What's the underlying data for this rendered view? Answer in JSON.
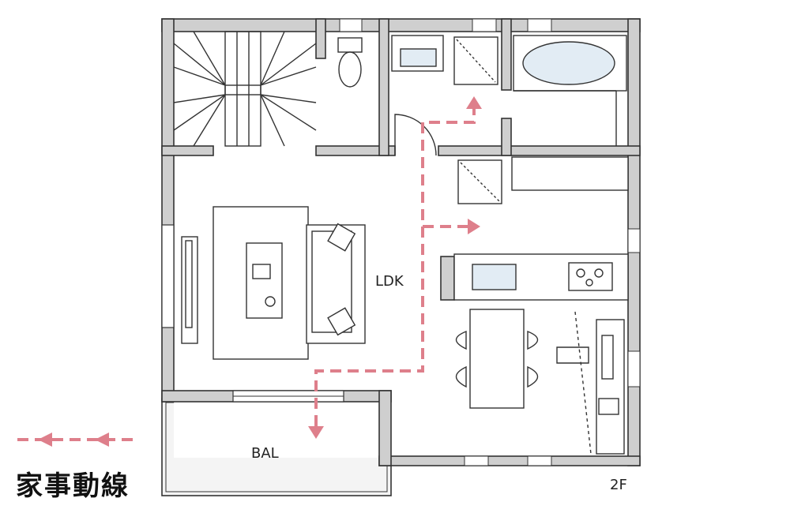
{
  "rooms": {
    "ldk": "LDK",
    "balcony": "BAL"
  },
  "floor_label": "2F",
  "legend": {
    "title": "家事動線",
    "line_description_color": "#de7f8b"
  },
  "colors": {
    "wall": "#cfcfcf",
    "flow": "#de7f8b",
    "fixture_fill": "#e2ecf4",
    "balcony_fill": "#f4f4f4"
  }
}
